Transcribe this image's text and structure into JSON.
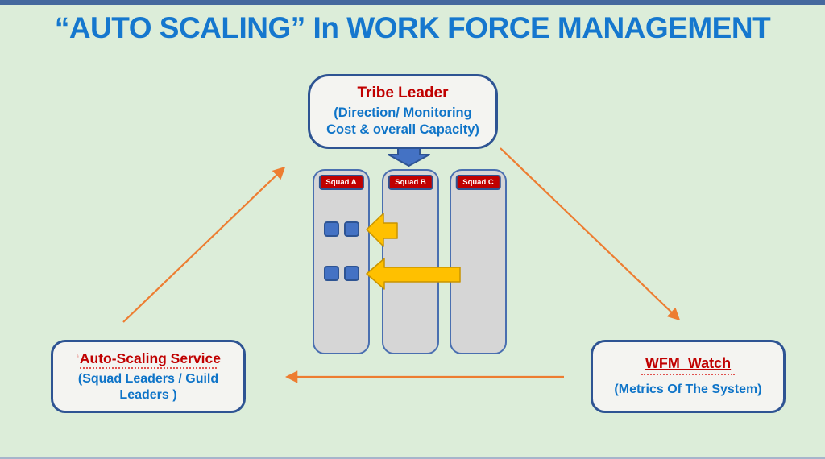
{
  "slide_title": "“AUTO SCALING” In WORK FORCE MANAGEMENT",
  "tribe_leader": {
    "title": "Tribe Leader",
    "subtitle_line1": "(Direction/ Monitoring",
    "subtitle_line2": "Cost & overall Capacity)"
  },
  "auto_scaling_service": {
    "quote_mark": "‘",
    "title": "Auto-Scaling Service",
    "subtitle_line1": "(Squad Leaders / Guild",
    "subtitle_line2": "Leaders )"
  },
  "wfm_watch": {
    "title": "WFM_Watch",
    "subtitle": "(Metrics Of The System)"
  },
  "squads": [
    {
      "label": "Squad A",
      "member_blocks": 4
    },
    {
      "label": "Squad B",
      "member_blocks": 0
    },
    {
      "label": "Squad C",
      "member_blocks": 0
    }
  ],
  "arrows": {
    "tribe_to_squads": "blue-block-arrow-down",
    "squad_b_to_squad_a": "yellow-block-arrow-left-short",
    "squad_c_to_squad_a": "yellow-block-arrow-left-long",
    "auto_scaling_to_squads": "orange-line-arrow-up-right",
    "tribe_to_wfm": "orange-line-arrow-down-right",
    "wfm_to_auto_scaling": "orange-line-arrow-left"
  },
  "colors": {
    "background_green": "#DCEDD9",
    "top_bar_blue": "#45699E",
    "title_blue": "#1577CE",
    "text_red": "#C00000",
    "text_blue": "#0E74C8",
    "node_border_blue": "#2E5493",
    "node_fill": "#F4F4F1",
    "squad_fill_gray": "#D6D6D6",
    "block_blue": "#4472C4",
    "arrow_yellow": "#FFC000",
    "arrow_orange": "#ED7D31"
  }
}
